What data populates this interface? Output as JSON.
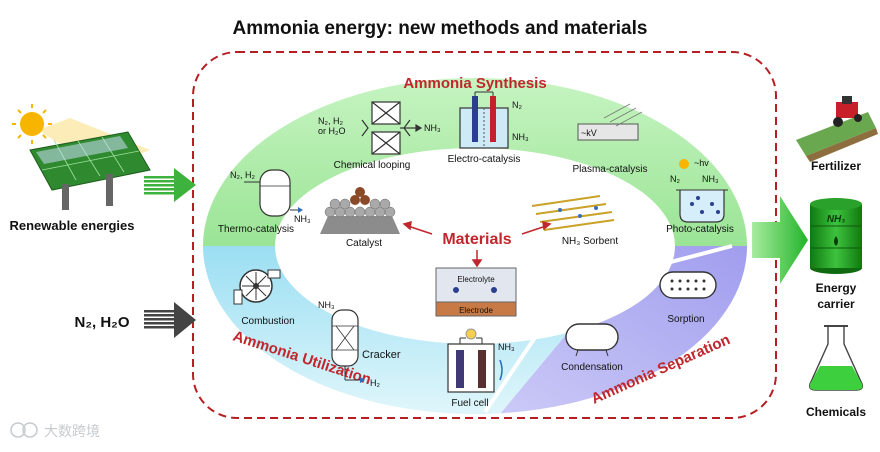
{
  "title": "Ammonia energy: new methods and materials",
  "inputs": {
    "renewable_label": "Renewable energies",
    "feed_label": "N₂, H₂O"
  },
  "ring": {
    "synthesis_title": "Ammonia  Synthesis",
    "utilization_title": "Ammonia Utilization",
    "separation_title": "Ammonia Separation",
    "center_title": "Materials"
  },
  "synthesis": {
    "chemical_looping": "Chemical looping",
    "cl_input": "N₂, H₂",
    "cl_input_2": "or H₂O",
    "cl_output": "NH₃",
    "electro": "Electro-catalysis",
    "electro_n2": "N₂",
    "electro_nh3": "NH₃",
    "plasma": "Plasma-catalysis",
    "plasma_kv": "~kV",
    "thermo": "Thermo-catalysis",
    "thermo_input": "N₂, H₂",
    "thermo_output": "NH₃",
    "photo": "Photo-catalysis",
    "photo_hv": "~hv",
    "photo_n2": "N₂",
    "photo_nh3": "NH₃"
  },
  "materials": {
    "catalyst": "Catalyst",
    "sorbent": "NH₃ Sorbent",
    "electrolyte": "Electrolyte",
    "electrode": "Electrode"
  },
  "utilization": {
    "combustion": "Combustion",
    "cracker": "Cracker",
    "cracker_nh3": "NH₃",
    "cracker_h2": "H₂",
    "fuel_cell": "Fuel cell",
    "fuel_cell_nh3": "NH₃"
  },
  "separation": {
    "sorption": "Sorption",
    "condensation": "Condensation"
  },
  "outputs": {
    "fertilizer": "Fertilizer",
    "energy_carrier_1": "Energy",
    "energy_carrier_2": "carrier",
    "barrel_label": "NH₃",
    "chemicals": "Chemicals"
  },
  "watermark": "大数跨境",
  "colors": {
    "title_red": "#c0272d",
    "synthesis_green": "#8fe08c",
    "utilization_blue": "#7fd6ec",
    "separation_purple": "#a9a7ee",
    "arrow_green": "#3db33d",
    "arrow_dark": "#444444"
  }
}
